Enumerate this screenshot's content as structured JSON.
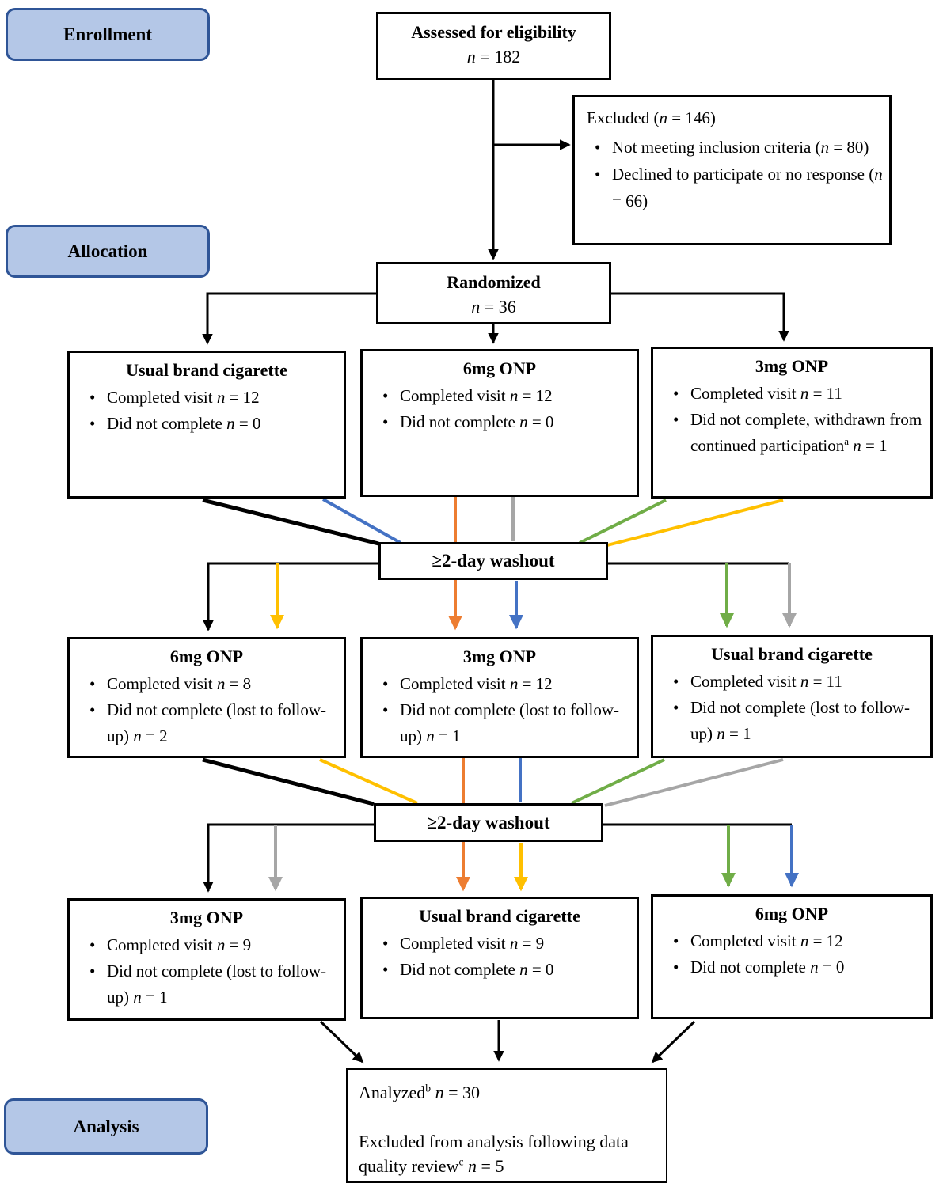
{
  "colors": {
    "lines": {
      "black": "#000000",
      "blue": "#4472c4",
      "orange": "#ed7d31",
      "gray": "#a6a6a6",
      "green": "#70ad47",
      "yellow": "#ffc000"
    },
    "stage_fill": "#b4c7e7",
    "stage_border": "#2f5597"
  },
  "stages": [
    {
      "label": "Enrollment"
    },
    {
      "label": "Allocation"
    },
    {
      "label": "Analysis"
    }
  ],
  "boxes": {
    "assessed": {
      "title": "Assessed for eligibility",
      "n_line": "n = 182"
    },
    "excluded": {
      "title": "Excluded (n = 146)",
      "bullets": [
        "Not meeting inclusion criteria (n = 80)",
        "Declined to participate or no response (n = 66)"
      ]
    },
    "randomized": {
      "title": "Randomized",
      "n_line": "n = 36"
    },
    "period1": [
      {
        "title": "Usual brand cigarette",
        "bullets": [
          "Completed visit n = 12",
          "Did not complete n = 0"
        ]
      },
      {
        "title": "6mg ONP",
        "bullets": [
          "Completed visit n = 12",
          "Did not complete n = 0"
        ]
      },
      {
        "title": "3mg ONP",
        "bullets": [
          "Completed visit n = 11",
          "Did not complete, withdrawn from continued participation^a n = 1"
        ]
      }
    ],
    "washout1": {
      "label": "≥2-day washout"
    },
    "period2": [
      {
        "title": "6mg ONP",
        "bullets": [
          "Completed visit n = 8",
          "Did not complete (lost to follow-up) n = 2"
        ]
      },
      {
        "title": "3mg ONP",
        "bullets": [
          "Completed visit n = 12",
          "Did not complete (lost to follow-up) n = 1"
        ]
      },
      {
        "title": "Usual brand cigarette",
        "bullets": [
          "Completed visit n = 11",
          "Did not complete (lost to follow-up) n = 1"
        ]
      }
    ],
    "washout2": {
      "label": "≥2-day washout"
    },
    "period3": [
      {
        "title": "3mg ONP",
        "bullets": [
          "Completed visit n = 9",
          "Did not complete (lost to follow-up) n = 1"
        ]
      },
      {
        "title": "Usual brand cigarette",
        "bullets": [
          "Completed visit n = 9",
          "Did not complete n = 0"
        ]
      },
      {
        "title": "6mg ONP",
        "bullets": [
          "Completed visit n = 12",
          "Did not complete n = 0"
        ]
      }
    ],
    "analyzed": {
      "line1": "Analyzed^b n = 30",
      "line2": "Excluded from analysis following data quality review^c n = 5"
    }
  }
}
